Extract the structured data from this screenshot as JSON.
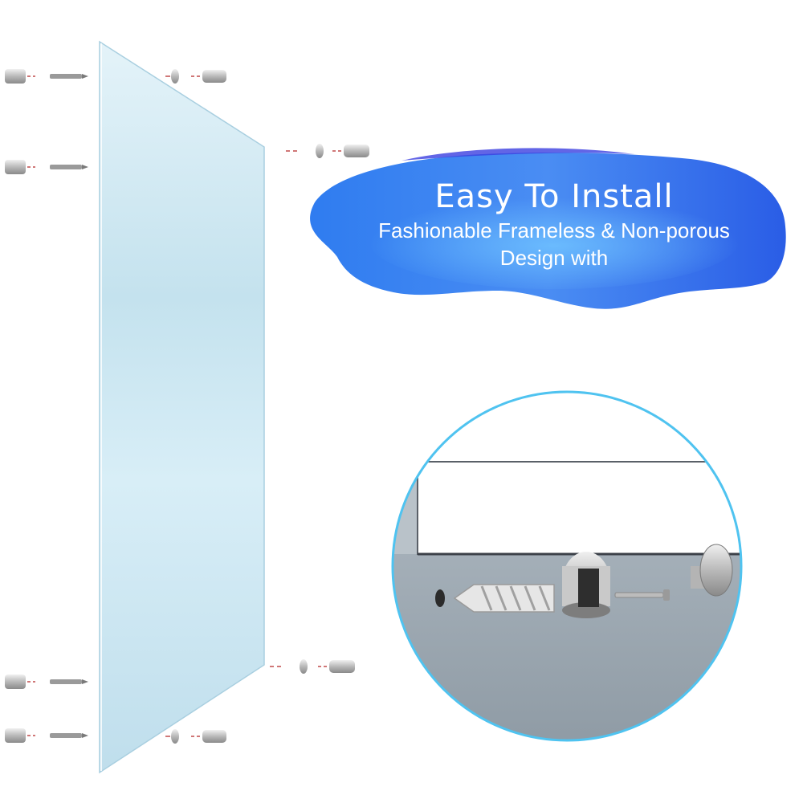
{
  "banner": {
    "title": "Easy To Install",
    "line1": "Fashionable Frameless & Non-porous",
    "line2": "Design with"
  },
  "colors": {
    "banner_blue": "#2e6ef2",
    "banner_light": "#5aa8ff",
    "glass": "#cfe8f3",
    "detail_circle_border": "#4fc3f0",
    "wall_gray": "#9aa6b0"
  },
  "icons": {
    "wall_anchor": "wall-anchor-icon",
    "screw": "screw-icon",
    "standoff_cap": "standoff-cap-icon",
    "washer": "washer-icon"
  }
}
